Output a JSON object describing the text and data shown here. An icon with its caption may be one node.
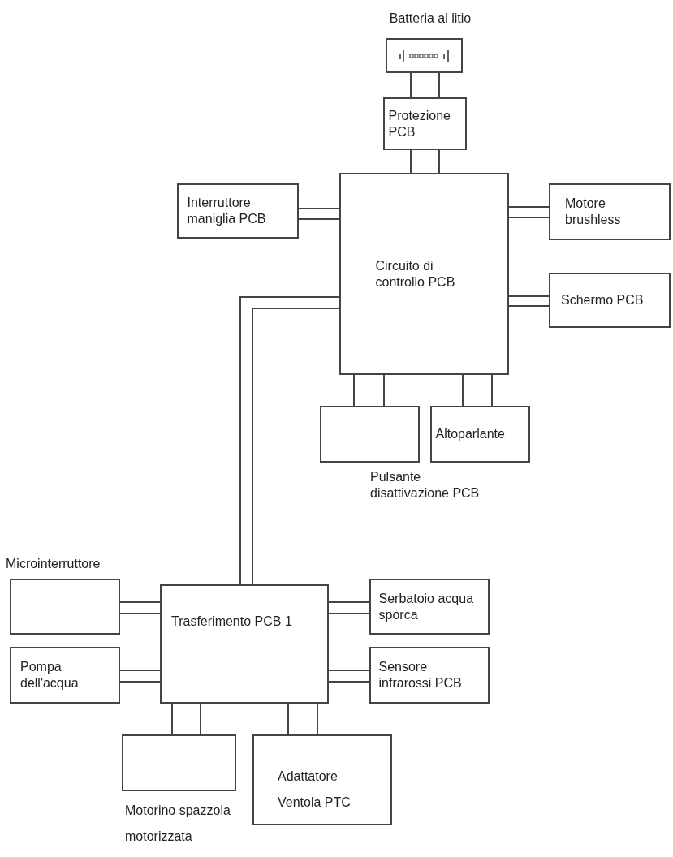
{
  "diagram": {
    "nodes": [
      {
        "text": [
          "Batteria al litio"
        ]
      },
      {
        "text": [
          "Protezione PCB"
        ]
      },
      {
        "text": [
          "Circuito di controllo PCB"
        ]
      },
      {
        "text": [
          "Interruttore maniglia PCB"
        ]
      },
      {
        "text": [
          "Motore brushless"
        ]
      },
      {
        "text": [
          "Schermo PCB"
        ]
      },
      {
        "text": [
          "Pulsante disattivazione PCB"
        ]
      },
      {
        "text": [
          "Altoparlante"
        ]
      },
      {
        "text": [
          "Trasferimento PCB 1"
        ]
      },
      {
        "text": [
          "Microinterruttore"
        ]
      },
      {
        "text": [
          "Serbatoio acqua sporca"
        ]
      },
      {
        "text": [
          "Pompa dell'acqua"
        ]
      },
      {
        "text": [
          "Sensore infrarossi PCB"
        ]
      },
      {
        "text": [
          "Motorino spazzola motorizzata"
        ]
      },
      {
        "text": [
          "Adattatore Ventola PTC"
        ]
      }
    ],
    "edges": [
      {
        "from": 0,
        "to": 1,
        "arrow": "none"
      },
      {
        "from": 0,
        "to": 1,
        "arrow": "none"
      },
      {
        "from": 1,
        "to": 2,
        "arrow": "none"
      },
      {
        "from": 1,
        "to": 2,
        "arrow": "none"
      },
      {
        "from": 3,
        "to": 2,
        "arrow": "none"
      },
      {
        "from": 3,
        "to": 2,
        "arrow": "none"
      },
      {
        "from": 2,
        "to": 4,
        "arrow": "none"
      },
      {
        "from": 2,
        "to": 4,
        "arrow": "none"
      },
      {
        "from": 2,
        "to": 5,
        "arrow": "none"
      },
      {
        "from": 2,
        "to": 5,
        "arrow": "none"
      },
      {
        "from": 2,
        "to": 6,
        "arrow": "none"
      },
      {
        "from": 2,
        "to": 6,
        "arrow": "none"
      },
      {
        "from": 2,
        "to": 7,
        "arrow": "none"
      },
      {
        "from": 2,
        "to": 7,
        "arrow": "none"
      },
      {
        "from": 2,
        "to": 8,
        "arrow": "none"
      },
      {
        "from": 2,
        "to": 8,
        "arrow": "none"
      },
      {
        "from": 9,
        "to": 8,
        "arrow": "none"
      },
      {
        "from": 9,
        "to": 8,
        "arrow": "none"
      },
      {
        "from": 8,
        "to": 10,
        "arrow": "none"
      },
      {
        "from": 8,
        "to": 10,
        "arrow": "none"
      },
      {
        "from": 11,
        "to": 8,
        "arrow": "none"
      },
      {
        "from": 11,
        "to": 8,
        "arrow": "none"
      },
      {
        "from": 8,
        "to": 12,
        "arrow": "none"
      },
      {
        "from": 8,
        "to": 12,
        "arrow": "none"
      },
      {
        "from": 8,
        "to": 13,
        "arrow": "none"
      },
      {
        "from": 8,
        "to": 13,
        "arrow": "none"
      },
      {
        "from": 8,
        "to": 14,
        "arrow": "none"
      },
      {
        "from": 8,
        "to": 14,
        "arrow": "none"
      }
    ]
  }
}
